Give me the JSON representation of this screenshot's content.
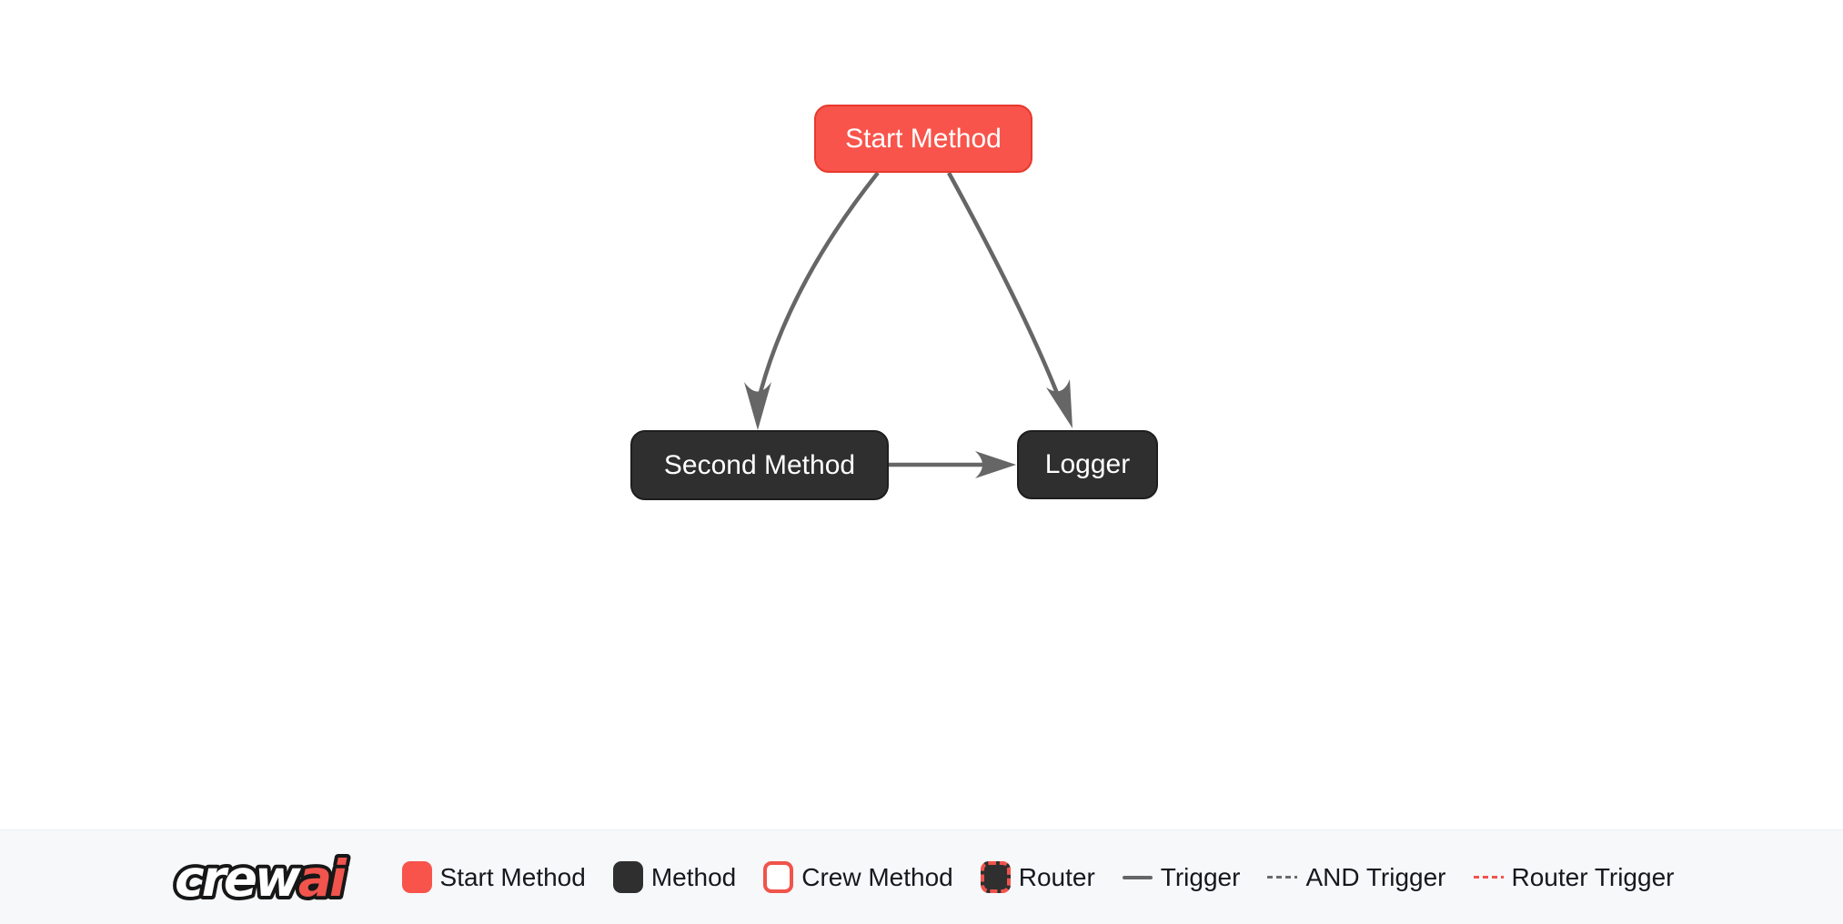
{
  "diagram": {
    "nodes": [
      {
        "label": "Start Method",
        "type": "start-method"
      },
      {
        "label": "Second Method",
        "type": "method"
      },
      {
        "label": "Logger",
        "type": "method"
      }
    ],
    "edges": [
      {
        "from": "Start Method",
        "to": "Second Method",
        "style": "trigger"
      },
      {
        "from": "Start Method",
        "to": "Logger",
        "style": "trigger"
      },
      {
        "from": "Second Method",
        "to": "Logger",
        "style": "trigger"
      }
    ]
  },
  "legend": {
    "logo": {
      "part1": "crew",
      "part2": "ai"
    },
    "items": [
      {
        "label": "Start Method",
        "swatch": "box-red"
      },
      {
        "label": "Method",
        "swatch": "box-dark"
      },
      {
        "label": "Crew Method",
        "swatch": "box-white-red-outline"
      },
      {
        "label": "Router",
        "swatch": "box-dark-red-dashed"
      },
      {
        "label": "Trigger",
        "swatch": "line-solid-gray"
      },
      {
        "label": "AND Trigger",
        "swatch": "line-dashed-gray"
      },
      {
        "label": "Router Trigger",
        "swatch": "line-dashed-red"
      }
    ]
  },
  "colors": {
    "start_fill": "#F8544B",
    "start_border": "#E8392C",
    "method_fill": "#2F2F2F",
    "edge_gray": "#666666",
    "accent_red": "#F0544C",
    "legend_bg": "#F7F8FA",
    "canvas_bg": "#FFFFFF",
    "legend_text": "#15181D"
  }
}
